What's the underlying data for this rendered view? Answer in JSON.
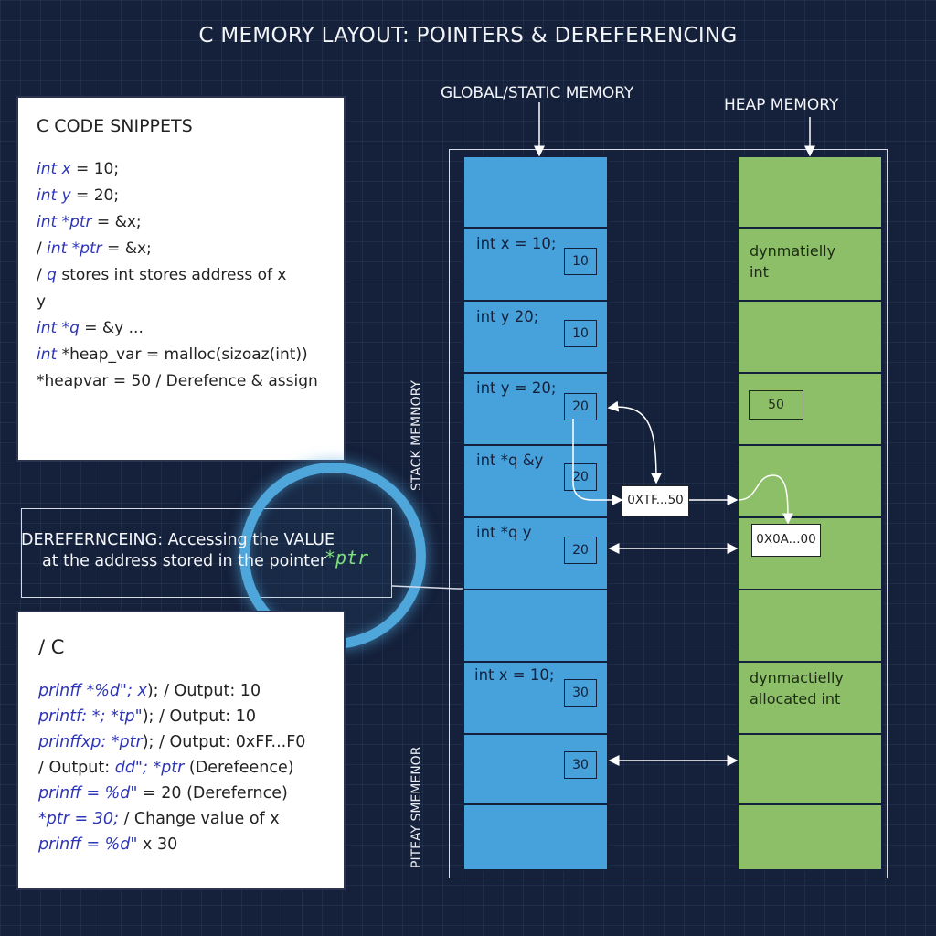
{
  "title": "C MEMORY LAYOUT: POINTERS & DEREFERENCING",
  "code_panel": {
    "title": "C CODE SNIPPETS",
    "lines": [
      {
        "kw": "int x",
        "rest": " = 10;"
      },
      {
        "kw": "int y",
        "rest": " = 20;"
      },
      {
        "kw": "int *ptr",
        "rest": " = &x;"
      },
      {
        "pre": "/ ",
        "kw": "int *ptr",
        "rest": " = &x;"
      },
      {
        "pre": "/ ",
        "kw": "q",
        "rest": " stores int stores address of x"
      },
      {
        "pre": "",
        "kw": "",
        "rest": "y"
      },
      {
        "kw": "int *q",
        "rest": " = &y ..."
      },
      {
        "kw": "int",
        "rest": " *heap_var = malloc(sizoaz(int))"
      },
      {
        "pre": " ",
        "kw": "",
        "rest": "*heapvar = 50 / Derefence & assign"
      }
    ]
  },
  "deref_callout": {
    "line1": "DEREFERNCEING: Accessing the VALUE",
    "line2": "at the address stored in the pointer",
    "ptr": "*ptr"
  },
  "output_panel": {
    "title": "/ C",
    "lines": [
      {
        "kw": "prinff *%d\"; x",
        "rest": ");  / Output: 10"
      },
      {
        "kw": "printf: *;  *tp\"",
        "rest": ");  / Output: 10"
      },
      {
        "kw": "prinffxp: *ptr",
        "rest": ");  / Output: 0xFF...F0"
      },
      {
        "pre": "/ Output: ",
        "kw": "dd\"; *ptr",
        "rest": " (Derefeence)"
      },
      {
        "kw": "prinff = %d\"",
        "rest": " = 20 (Derefernce)"
      },
      {
        "kw": " *ptr   = 30;",
        "rest": "  / Change value of x"
      },
      {
        "kw": "prinff = %d\"",
        "rest": " x 30"
      }
    ]
  },
  "headers": {
    "global": "GLOBAL/STATIC MEMORY",
    "heap": "HEAP MEMORY",
    "stack_vertical": "STACK MEMNORY",
    "bottom_vertical": "PITEAY SMEMENOR"
  },
  "stack_cells": [
    {
      "label": "int x = 10;",
      "value": "10"
    },
    {
      "label": "int y 20;",
      "value": "10"
    },
    {
      "label": "int y = 20;",
      "value": "20"
    },
    {
      "label": "int *q &y",
      "value": "20"
    },
    {
      "label": "int *q y",
      "value": "20"
    },
    {
      "label": "int x = 10;",
      "value": "30"
    },
    {
      "label": "",
      "value": "30"
    }
  ],
  "heap_cells": {
    "top_line1": "dynmatielly",
    "top_line2": "int",
    "value": "50",
    "bottom_line1": "dynmactielly",
    "bottom_line2": "allocated int"
  },
  "addresses": {
    "stack_ptr": "0XTF...50",
    "heap_ptr": "0X0A...00"
  },
  "colors": {
    "background": "#15203a",
    "stack": "#47a2dc",
    "heap": "#8cbf68",
    "keyword": "#2d35b8",
    "magnifier": "#4fa6da"
  }
}
